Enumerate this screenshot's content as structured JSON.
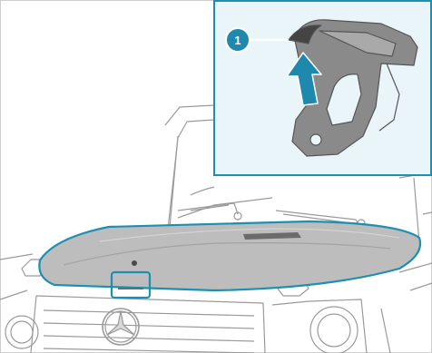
{
  "callouts": [
    {
      "number": "1"
    }
  ],
  "colors": {
    "highlight_blue": "#1e8fb0",
    "inset_background": "#e9f5f9",
    "line_art": "#9a9a9a",
    "hood_fill": "#bdbdbd",
    "latch_part": "#7a7a7a",
    "arrow_blue": "#1f88ad"
  },
  "icons": {
    "vehicle": "mercedes-g-class-front-illustration",
    "detail": "hood-release-latch-detail",
    "emblem": "mercedes-star-emblem"
  }
}
